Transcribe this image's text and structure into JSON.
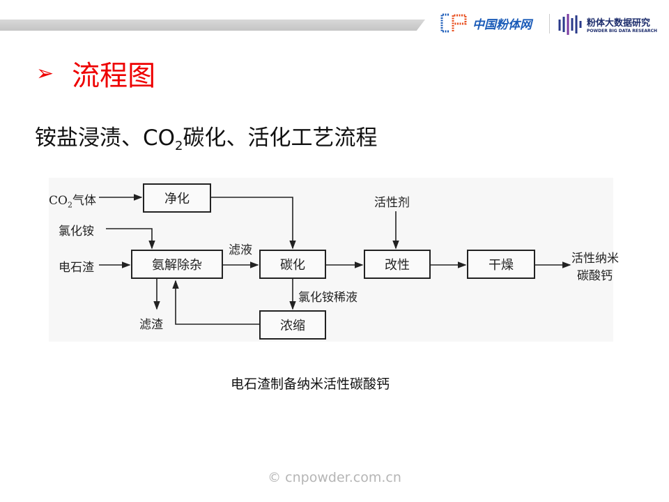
{
  "header": {
    "logo1_text": "中国粉体网",
    "logo2_title": "粉体大数据研究",
    "logo2_sub": "POWDER BIG DATA RESEARCH"
  },
  "slide": {
    "bullet_icon": "arrow-bullet-icon",
    "title": "流程图",
    "subtitle_pre": "铵盐浸渍、CO",
    "subtitle_sub": "2",
    "subtitle_post": "碳化、活化工艺流程"
  },
  "diagram": {
    "boxes": {
      "purify": "净化",
      "ammonolysis": "氨解除杂",
      "carbonize": "碳化",
      "concentrate": "浓缩",
      "modify": "改性",
      "dry": "干燥"
    },
    "labels": {
      "co2_pre": "CO",
      "co2_sub": "2",
      "co2_post": "气体",
      "nh4cl": "氯化铵",
      "carbide_slag": "电石渣",
      "filtrate": "滤液",
      "dilute_nh4cl": "氯化铵稀液",
      "residue": "滤渣",
      "activator": "活性剂",
      "product_line1": "活性纳米",
      "product_line2": "碳酸钙"
    },
    "caption": "电石渣制备纳米活性碳酸钙"
  },
  "footer": {
    "watermark": "© cnpowder.com.cn"
  },
  "colors": {
    "title_red": "#ee0000",
    "logo_blue": "#1a5bb8"
  }
}
